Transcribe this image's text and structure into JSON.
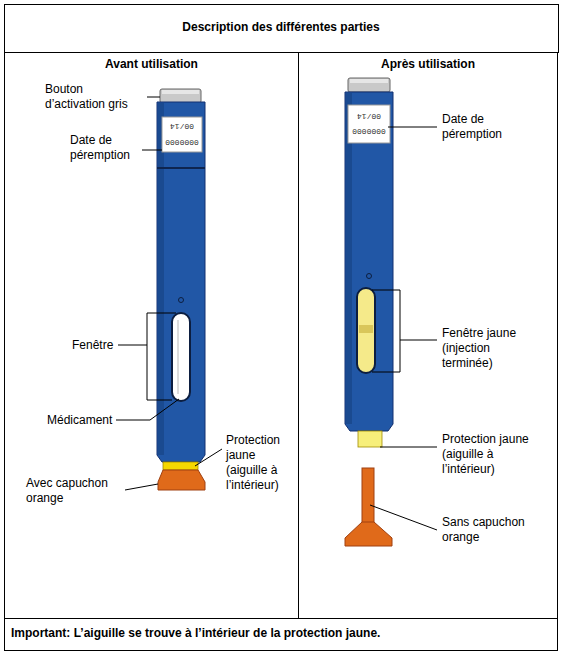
{
  "diagram": {
    "title": "Description des différentes parties",
    "nodes": [
      {
        "text": [
          "Avant utilisation"
        ]
      },
      {
        "text": [
          "Après utilisation"
        ]
      },
      {
        "text": [
          "Important: L’aiguille se trouve à l’intérieur de la protection jaune."
        ]
      }
    ],
    "labels": [
      "Bouton d’activation gris",
      "Date de péremption",
      "00/14",
      "0000000",
      "Fenêtre",
      "Médicament",
      "Protection jaune (aiguille à l’intérieur)",
      "Avec capuchon orange",
      "00/14",
      "0000000",
      "Date de péremption",
      "Fenêtre jaune (injection terminée)",
      "Protection jaune (aiguille à l’intérieur)",
      "Sans capuchon orange"
    ]
  }
}
